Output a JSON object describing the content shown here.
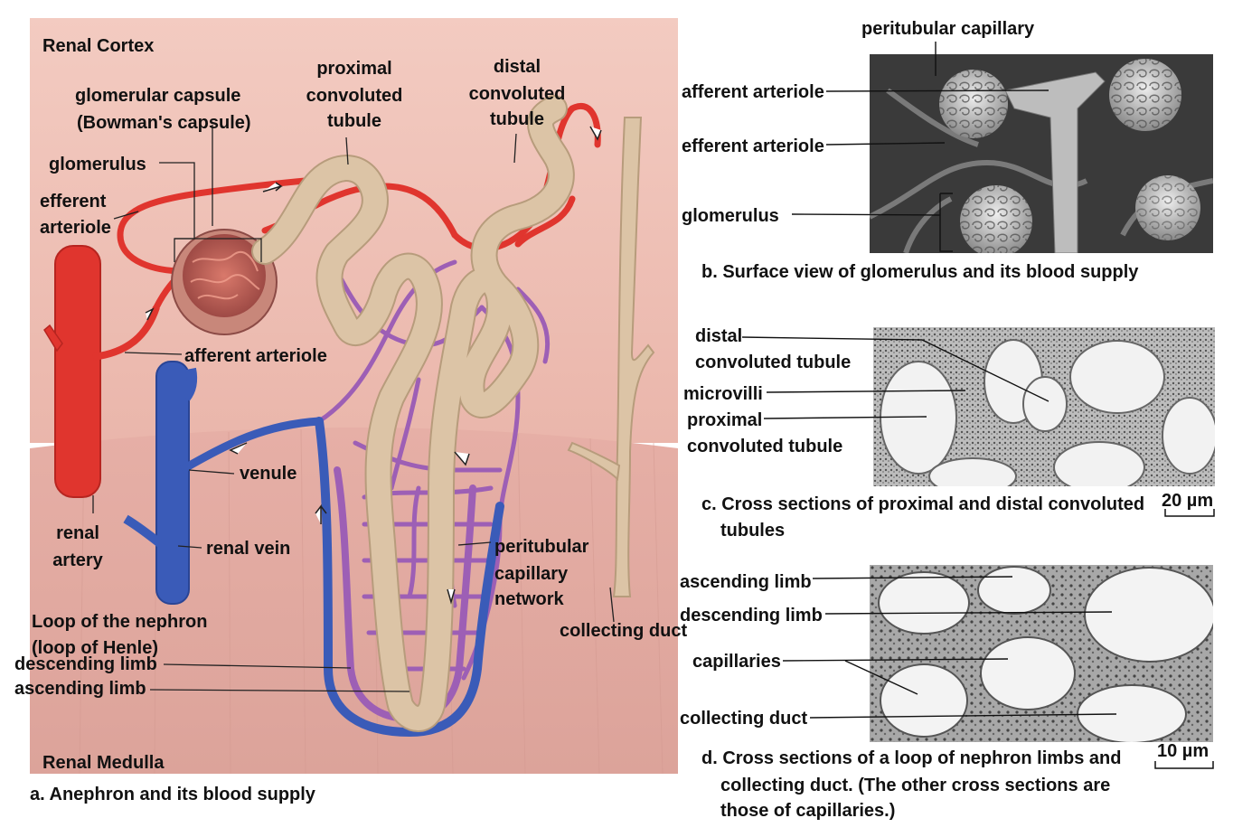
{
  "panel_a": {
    "region_top": "Renal Cortex",
    "region_bottom": "Renal Medulla",
    "caption": "a. Anephron and its blood supply",
    "labels": {
      "glomerular_capsule_1": "glomerular capsule",
      "glomerular_capsule_2": "(Bowman's capsule)",
      "proximal_1": "proximal",
      "proximal_2": "convoluted",
      "proximal_3": "tubule",
      "distal_1": "distal",
      "distal_2": "convoluted",
      "distal_3": "tubule",
      "glomerulus": "glomerulus",
      "efferent_1": "efferent",
      "efferent_2": "arteriole",
      "afferent": "afferent arteriole",
      "venule": "venule",
      "renal_artery_1": "renal",
      "renal_artery_2": "artery",
      "renal_vein": "renal vein",
      "peritubular_1": "peritubular",
      "peritubular_2": "capillary",
      "peritubular_3": "network",
      "collecting_duct": "collecting duct",
      "loop_1": "Loop of the nephron",
      "loop_2": "(loop of Henle)",
      "descending_limb": "descending limb",
      "ascending_limb": "ascending limb"
    }
  },
  "panel_b": {
    "labels": {
      "peritubular_capillary": "peritubular capillary",
      "afferent": "afferent arteriole",
      "efferent": "efferent arteriole",
      "glomerulus": "glomerulus"
    },
    "caption": "b. Surface view of glomerulus and its blood supply"
  },
  "panel_c": {
    "labels": {
      "distal_1": "distal",
      "distal_2": "convoluted tubule",
      "microvilli": "microvilli",
      "proximal_1": "proximal",
      "proximal_2": "convoluted tubule"
    },
    "scale": "20 µm",
    "caption_1": "c. Cross sections of proximal and distal convoluted",
    "caption_2": "tubules"
  },
  "panel_d": {
    "labels": {
      "ascending": "ascending limb",
      "descending": "descending limb",
      "capillaries": "capillaries",
      "collecting": "collecting duct"
    },
    "scale": "10 µm",
    "caption_1": "d. Cross sections of a loop of nephron limbs and",
    "caption_2": "collecting duct. (The other cross sections are",
    "caption_3": "those of capillaries.)"
  },
  "colors": {
    "cortex": "#f2c5bb",
    "medulla": "#e2a9a0",
    "artery": "#e0352e",
    "vein": "#3a5bb8",
    "capillary": "#9d5fb5",
    "tubule": "#dcc4a6",
    "tubule_edge": "#b79c7c"
  }
}
